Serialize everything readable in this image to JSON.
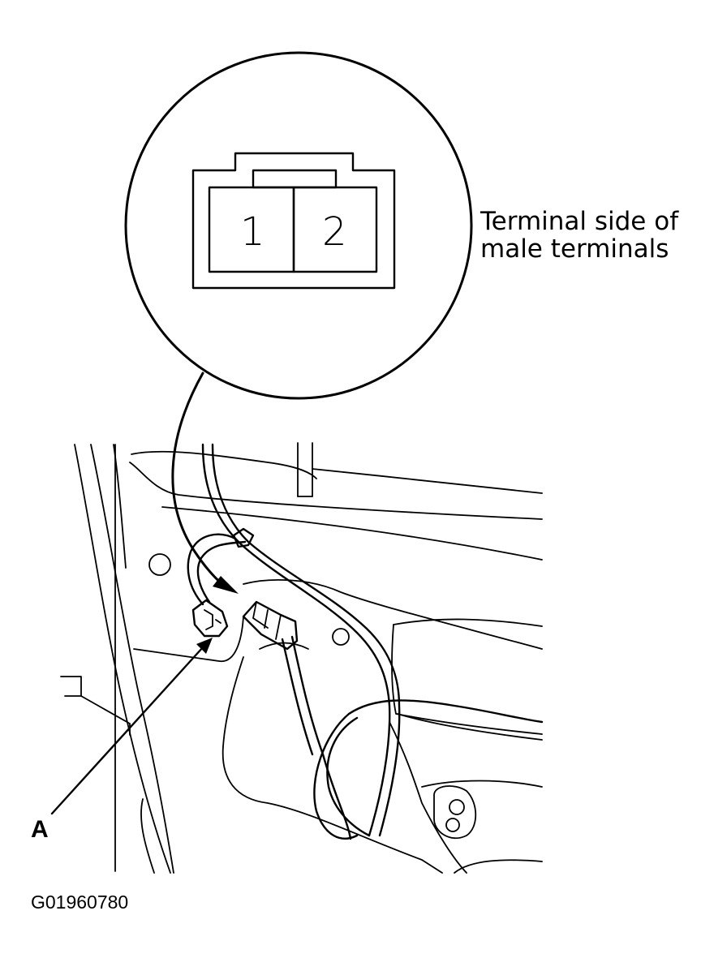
{
  "connector_view": {
    "pin_1": "1",
    "pin_2": "2",
    "caption_line1": "Terminal side of",
    "caption_line2": "male terminals"
  },
  "callout": {
    "label": "A"
  },
  "figure_id": "G01960780"
}
